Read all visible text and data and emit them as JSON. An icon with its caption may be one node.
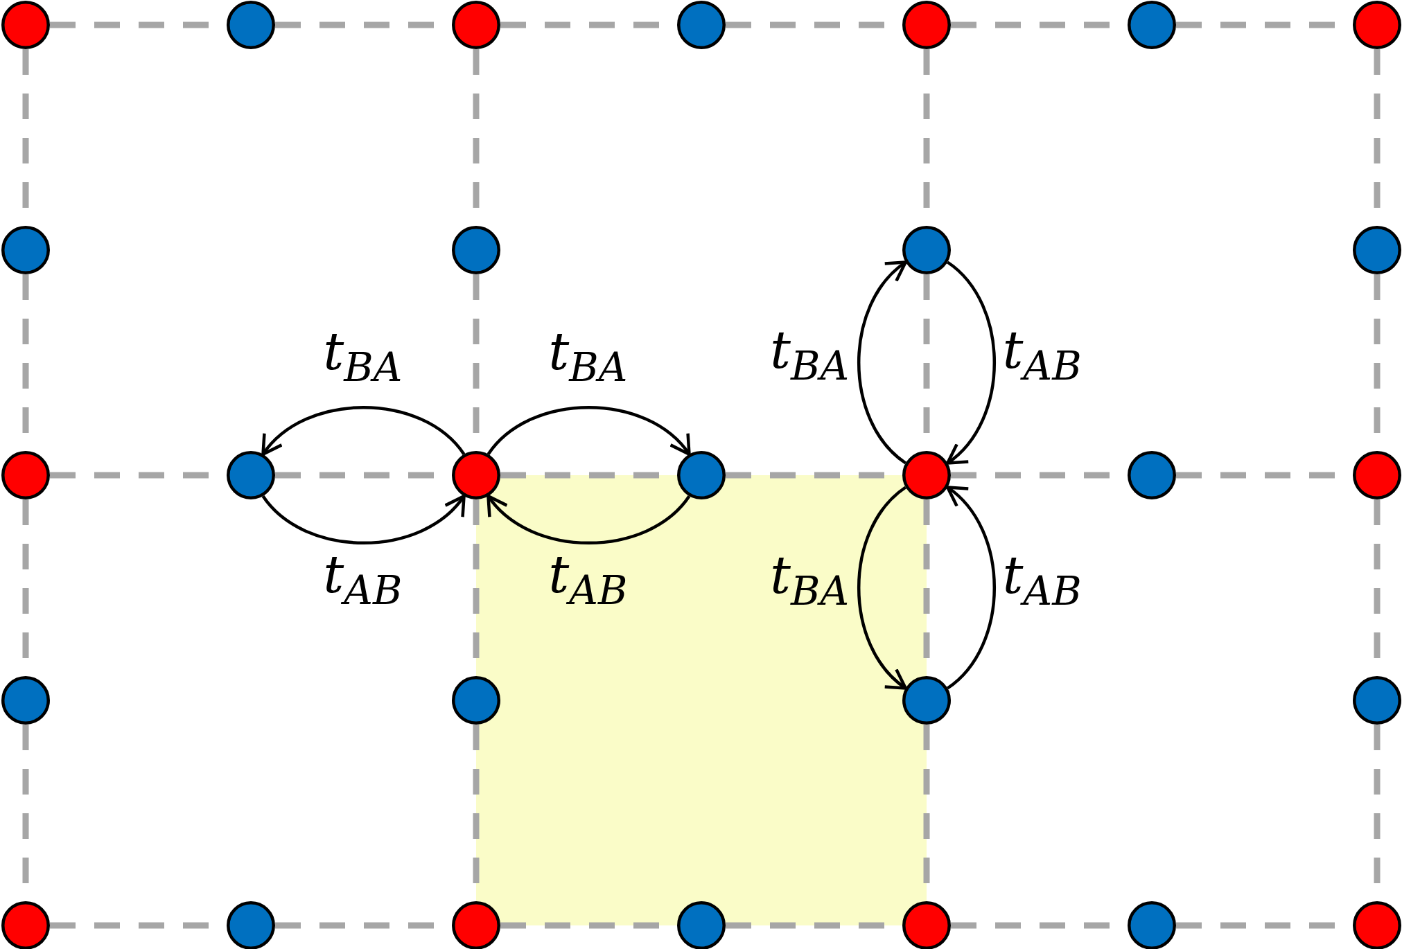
{
  "diagram": {
    "nodes": [
      {
        "text": [],
        "shape": "circle"
      },
      {
        "text": [],
        "shape": "circle"
      },
      {
        "text": [],
        "shape": "circle"
      },
      {
        "text": [],
        "shape": "circle"
      },
      {
        "text": [],
        "shape": "circle"
      },
      {
        "text": [],
        "shape": "circle"
      },
      {
        "text": [],
        "shape": "circle"
      },
      {
        "text": [],
        "shape": "circle"
      },
      {
        "text": [],
        "shape": "circle"
      },
      {
        "text": [],
        "shape": "circle"
      },
      {
        "text": [],
        "shape": "circle"
      },
      {
        "text": [],
        "shape": "circle"
      },
      {
        "text": [],
        "shape": "circle"
      },
      {
        "text": [],
        "shape": "circle"
      },
      {
        "text": [],
        "shape": "circle"
      },
      {
        "text": [],
        "shape": "circle"
      },
      {
        "text": [],
        "shape": "circle"
      },
      {
        "text": [],
        "shape": "circle"
      },
      {
        "text": [],
        "shape": "circle"
      },
      {
        "text": [],
        "shape": "circle"
      },
      {
        "text": [],
        "shape": "circle"
      },
      {
        "text": [],
        "shape": "circle"
      },
      {
        "text": [],
        "shape": "circle"
      },
      {
        "text": [],
        "shape": "circle"
      },
      {
        "text": [],
        "shape": "circle"
      },
      {
        "text": [],
        "shape": "circle"
      },
      {
        "text": [],
        "shape": "circle"
      },
      {
        "text": [],
        "shape": "circle"
      },
      {
        "text": [],
        "shape": "circle"
      }
    ],
    "edges": [
      {
        "from": 13,
        "to": 12,
        "arrow": "to",
        "label": "t$_{BA}$",
        "color": "#000000"
      },
      {
        "from": 12,
        "to": 13,
        "arrow": "to",
        "label": "t$_{AB}$",
        "color": "#000000"
      },
      {
        "from": 13,
        "to": 14,
        "arrow": "to",
        "label": "t$_{BA}$",
        "color": "#000000"
      },
      {
        "from": 14,
        "to": 13,
        "arrow": "to",
        "label": "t$_{AB}$",
        "color": "#000000"
      },
      {
        "from": 15,
        "to": 9,
        "arrow": "to",
        "label": "t$_{BA}$",
        "color": "#000000"
      },
      {
        "from": 9,
        "to": 15,
        "arrow": "to",
        "label": "t$_{AB}$",
        "color": "#000000"
      },
      {
        "from": 15,
        "to": 20,
        "arrow": "to",
        "label": "t$_{BA}$",
        "color": "#000000"
      },
      {
        "from": 20,
        "to": 15,
        "arrow": "to",
        "label": "t$_{AB}$",
        "color": "#000000"
      },
      {
        "from": 0,
        "to": 1,
        "arrow": "none",
        "style": "dashed",
        "color": "#a6a6a6"
      },
      {
        "from": 1,
        "to": 2,
        "arrow": "none",
        "style": "dashed",
        "color": "#a6a6a6"
      },
      {
        "from": 2,
        "to": 3,
        "arrow": "none",
        "style": "dashed",
        "color": "#a6a6a6"
      },
      {
        "from": 3,
        "to": 4,
        "arrow": "none",
        "style": "dashed",
        "color": "#a6a6a6"
      },
      {
        "from": 4,
        "to": 5,
        "arrow": "none",
        "style": "dashed",
        "color": "#a6a6a6"
      },
      {
        "from": 5,
        "to": 6,
        "arrow": "none",
        "style": "dashed",
        "color": "#a6a6a6"
      },
      {
        "from": 0,
        "to": 7,
        "arrow": "none",
        "style": "dashed",
        "color": "#a6a6a6"
      },
      {
        "from": 2,
        "to": 8,
        "arrow": "none",
        "style": "dashed",
        "color": "#a6a6a6"
      },
      {
        "from": 4,
        "to": 9,
        "arrow": "none",
        "style": "dashed",
        "color": "#a6a6a6"
      },
      {
        "from": 6,
        "to": 10,
        "arrow": "none",
        "style": "dashed",
        "color": "#a6a6a6"
      },
      {
        "from": 7,
        "to": 11,
        "arrow": "none",
        "style": "dashed",
        "color": "#a6a6a6"
      },
      {
        "from": 8,
        "to": 13,
        "arrow": "none",
        "style": "dashed",
        "color": "#a6a6a6"
      },
      {
        "from": 9,
        "to": 15,
        "arrow": "none",
        "style": "dashed",
        "color": "#a6a6a6"
      },
      {
        "from": 10,
        "to": 17,
        "arrow": "none",
        "style": "dashed",
        "color": "#a6a6a6"
      },
      {
        "from": 11,
        "to": 12,
        "arrow": "none",
        "style": "dashed",
        "color": "#a6a6a6"
      },
      {
        "from": 12,
        "to": 13,
        "arrow": "none",
        "style": "dashed",
        "color": "#a6a6a6"
      },
      {
        "from": 13,
        "to": 14,
        "arrow": "none",
        "style": "dashed",
        "color": "#a6a6a6"
      },
      {
        "from": 14,
        "to": 15,
        "arrow": "none",
        "style": "dashed",
        "color": "#a6a6a6"
      },
      {
        "from": 15,
        "to": 16,
        "arrow": "none",
        "style": "dashed",
        "color": "#a6a6a6"
      },
      {
        "from": 16,
        "to": 17,
        "arrow": "none",
        "style": "dashed",
        "color": "#a6a6a6"
      },
      {
        "from": 11,
        "to": 18,
        "arrow": "none",
        "style": "dashed",
        "color": "#a6a6a6"
      },
      {
        "from": 13,
        "to": 19,
        "arrow": "none",
        "style": "dashed",
        "color": "#a6a6a6"
      },
      {
        "from": 15,
        "to": 20,
        "arrow": "none",
        "style": "dashed",
        "color": "#a6a6a6"
      },
      {
        "from": 17,
        "to": 21,
        "arrow": "none",
        "style": "dashed",
        "color": "#a6a6a6"
      },
      {
        "from": 18,
        "to": 22,
        "arrow": "none",
        "style": "dashed",
        "color": "#a6a6a6"
      },
      {
        "from": 19,
        "to": 24,
        "arrow": "none",
        "style": "dashed",
        "color": "#a6a6a6"
      },
      {
        "from": 20,
        "to": 26,
        "arrow": "none",
        "style": "dashed",
        "color": "#a6a6a6"
      },
      {
        "from": 21,
        "to": 28,
        "arrow": "none",
        "style": "dashed",
        "color": "#a6a6a6"
      },
      {
        "from": 22,
        "to": 23,
        "arrow": "none",
        "style": "dashed",
        "color": "#a6a6a6"
      },
      {
        "from": 23,
        "to": 24,
        "arrow": "none",
        "style": "dashed",
        "color": "#a6a6a6"
      },
      {
        "from": 24,
        "to": 25,
        "arrow": "none",
        "style": "dashed",
        "color": "#a6a6a6"
      },
      {
        "from": 25,
        "to": 26,
        "arrow": "none",
        "style": "dashed",
        "color": "#a6a6a6"
      },
      {
        "from": 26,
        "to": 27,
        "arrow": "none",
        "style": "dashed",
        "color": "#a6a6a6"
      },
      {
        "from": 27,
        "to": 28,
        "arrow": "none",
        "style": "dashed",
        "color": "#a6a6a6"
      }
    ]
  }
}
